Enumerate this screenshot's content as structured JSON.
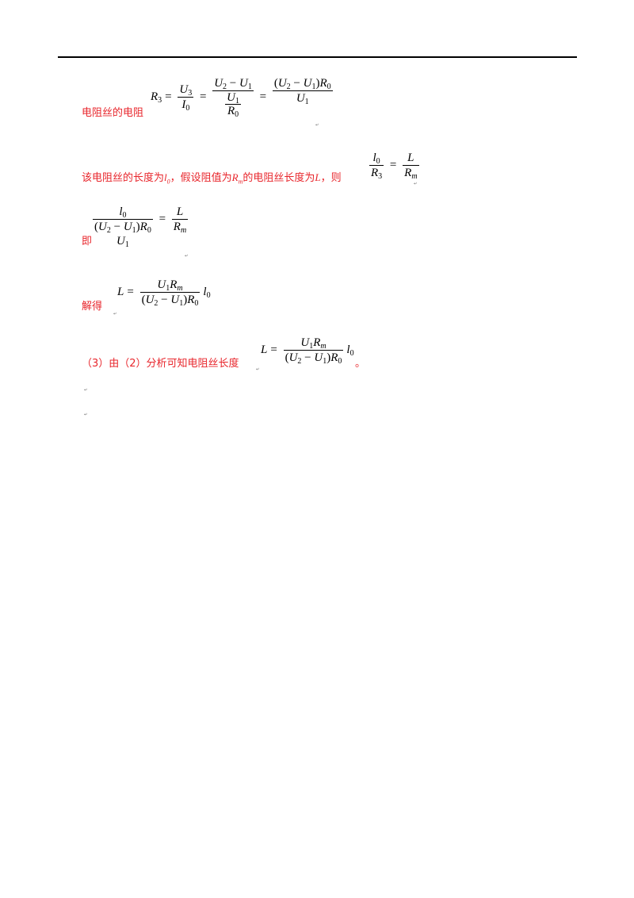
{
  "texts": {
    "line1_label": "电阻丝的电阻",
    "line2_label_a": "该电阻丝的长度为",
    "line2_l0_sym": "l",
    "line2_l0_sub": "0",
    "line2_label_b": "，假设阻值为",
    "line2_rm_sym": "R",
    "line2_rm_sub": "m",
    "line2_label_c": "的电阻丝长度为",
    "line2_L_sym": "L",
    "line2_label_d": "，则",
    "line3_label": "即",
    "line4_label": "解得",
    "line5_label": "（3）由（2）分析可知电阻丝长度",
    "line5_end": "。",
    "para_mark": "↵"
  },
  "equations": {
    "eq1": "R3 = U3/I0 = (U2 − U1)/(U1/R0) = (U2 − U1)R0/U1",
    "eq2": "l0/R3 = L/Rm",
    "eq3": "l0/((U2 − U1)R0/U1) = L/Rm",
    "eq4": "L = U1Rm/((U2 − U1)R0) · l0",
    "eq5": "L = U1Rm/((U2 − U1)R0) · l0"
  }
}
